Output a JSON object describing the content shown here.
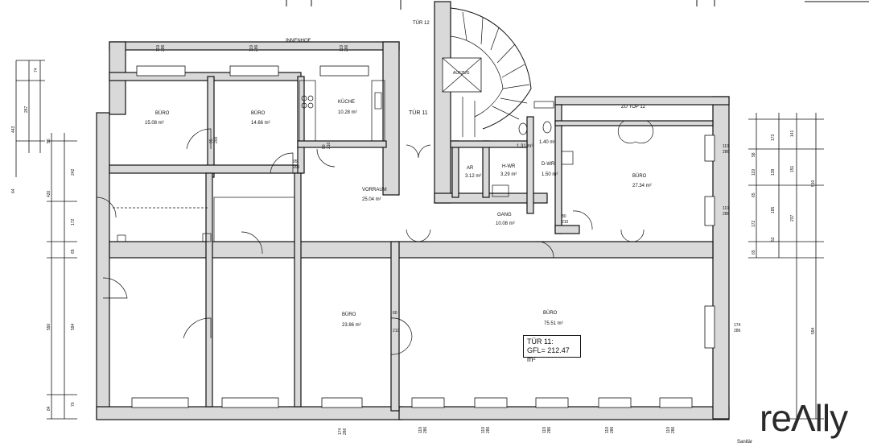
{
  "labels": {
    "innenhof": "INNENHOF",
    "tuer12": "TÜR 12",
    "tuer11": "TÜR 11",
    "aufzug": "AUFZUG",
    "zutop12": "ZU TOP 12",
    "vorraum": "VORRAUM",
    "vorraum_area": "25.04 m²",
    "kueche": "KÜCHE",
    "kueche_area": "10.28 m²",
    "buero1": "BÜRO",
    "buero1_area": "15.08 m²",
    "buero2": "BÜRO",
    "buero2_area": "14.66 m²",
    "buero3": "BÜRO",
    "buero3_area": "23.86 m²",
    "buero4": "BÜRO",
    "buero4_area": "75.51 m²",
    "buero5": "BÜRO",
    "buero5_area": "27.34 m²",
    "ar": "AR",
    "ar_area": "3.12 m²",
    "hwr": "H-WR",
    "hwr_area": "3.29 m²",
    "gang": "GANG",
    "gang_area": "10.08 m²",
    "wc1_area": "1.31 m²",
    "wc2_area": "1.40 m²",
    "dwr": "D-WR",
    "dwr_area": "1.50 m²",
    "caption": "Sanitär"
  },
  "gfl": {
    "line1": "TÜR 11:",
    "line2": "GFL= 212.47 m²"
  },
  "logo": "reΛlly",
  "dims_left": [
    "74",
    "267",
    "443",
    "50",
    "242",
    "420",
    "172",
    "65",
    "590",
    "594",
    "84",
    "70",
    "64"
  ],
  "dims_right": [
    "173",
    "141",
    "58",
    "119",
    "139",
    "151",
    "510",
    "185",
    "65",
    "237",
    "172",
    "52",
    "65",
    "594"
  ],
  "window_labels": [
    "119",
    "286",
    "174",
    "286",
    "60",
    "210",
    "95",
    "200",
    "80",
    "210"
  ]
}
